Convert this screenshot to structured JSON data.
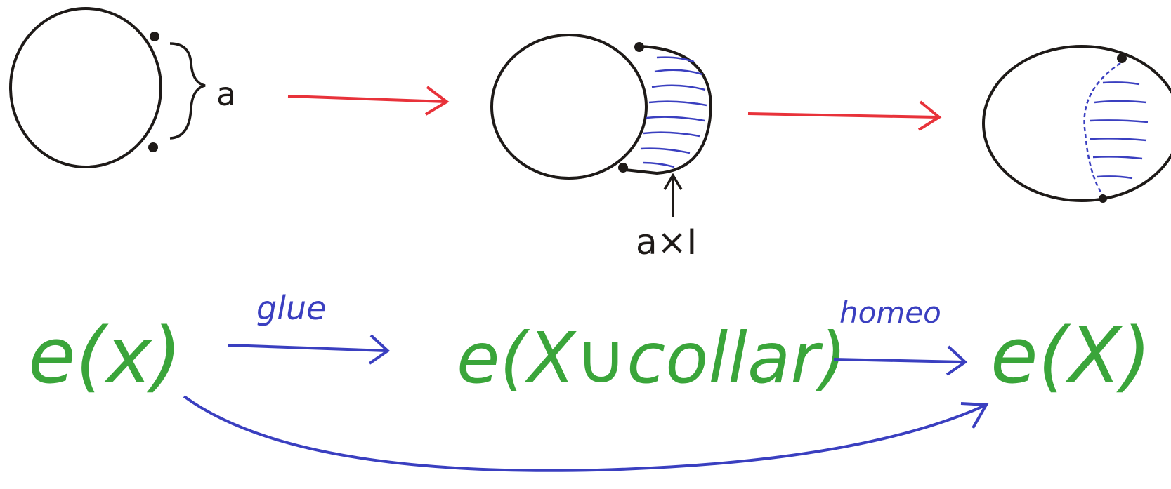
{
  "colors": {
    "ink": "#1e1a18",
    "red": "#e8323a",
    "blue": "#3a3fc0",
    "green": "#3aa53a"
  },
  "labels": {
    "a": "a",
    "a_times_I": "a×I",
    "e_x_left": "e(x)",
    "glue": "glue",
    "e_x_union_collar": "e(X∪collar)",
    "homeo": "homeo",
    "e_x_right": "e(X)"
  }
}
